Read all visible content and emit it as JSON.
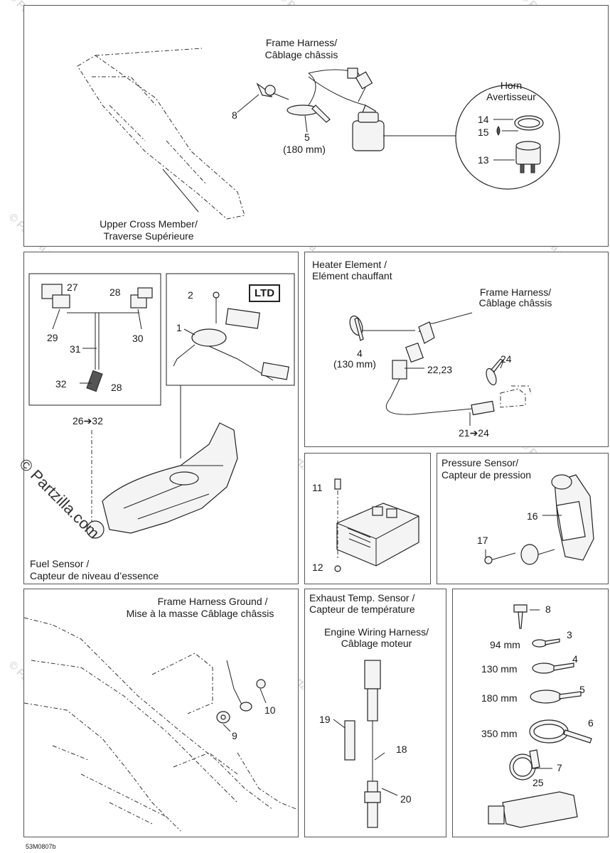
{
  "watermark": "© Partzilla.com",
  "watermark_big": "© Partzilla.com",
  "diagram_code": "53M0807b",
  "top": {
    "frame_harness": "Frame Harness/",
    "frame_harness_fr": "Câblage châssis",
    "horn": "Horn",
    "horn_fr": "Avertisseur",
    "upper_cross": "Upper Cross Member/",
    "upper_cross_fr": "Traverse Supérieure",
    "n8": "8",
    "n5": "5",
    "n5_len": "(180 mm)",
    "n14": "14",
    "n15": "15",
    "n13": "13"
  },
  "fuel": {
    "title": "Fuel Sensor /",
    "title_fr": "Capteur de niveau d’essence",
    "ltd": "LTD",
    "n27": "27",
    "n28a": "28",
    "n29": "29",
    "n30": "30",
    "n31": "31",
    "n32": "32",
    "n28b": "28",
    "range": "26➔32",
    "n2": "2",
    "n1": "1"
  },
  "heater": {
    "title": "Heater Element /",
    "title_fr": "Elément chauffant",
    "frame_harness": "Frame Harness/",
    "frame_harness_fr": "Câblage châssis",
    "n4": "4",
    "n4_len": "(130 mm)",
    "n22": "22,23",
    "n24": "24",
    "range": "21➔24"
  },
  "fusebox": {
    "n11": "11",
    "n12": "12"
  },
  "pressure": {
    "title": "Pressure Sensor/",
    "title_fr": "Capteur de pression",
    "n16": "16",
    "n17": "17"
  },
  "ground": {
    "title": "Frame Harness Ground /",
    "title_fr": "Mise à la masse Câblage châssis",
    "n10": "10",
    "n9": "9"
  },
  "exhaust": {
    "title": "Exhaust Temp. Sensor /",
    "title_fr": "Capteur de température",
    "engine": "Engine Wiring Harness/",
    "engine_fr": "Câblage moteur",
    "n19": "19",
    "n18": "18",
    "n20": "20"
  },
  "ties": {
    "n8": "8",
    "n3": "3",
    "l3": "94 mm",
    "n4": "4",
    "l4": "130 mm",
    "n5": "5",
    "l5": "180 mm",
    "n6": "6",
    "l6": "350 mm",
    "n7": "7",
    "n25": "25"
  }
}
